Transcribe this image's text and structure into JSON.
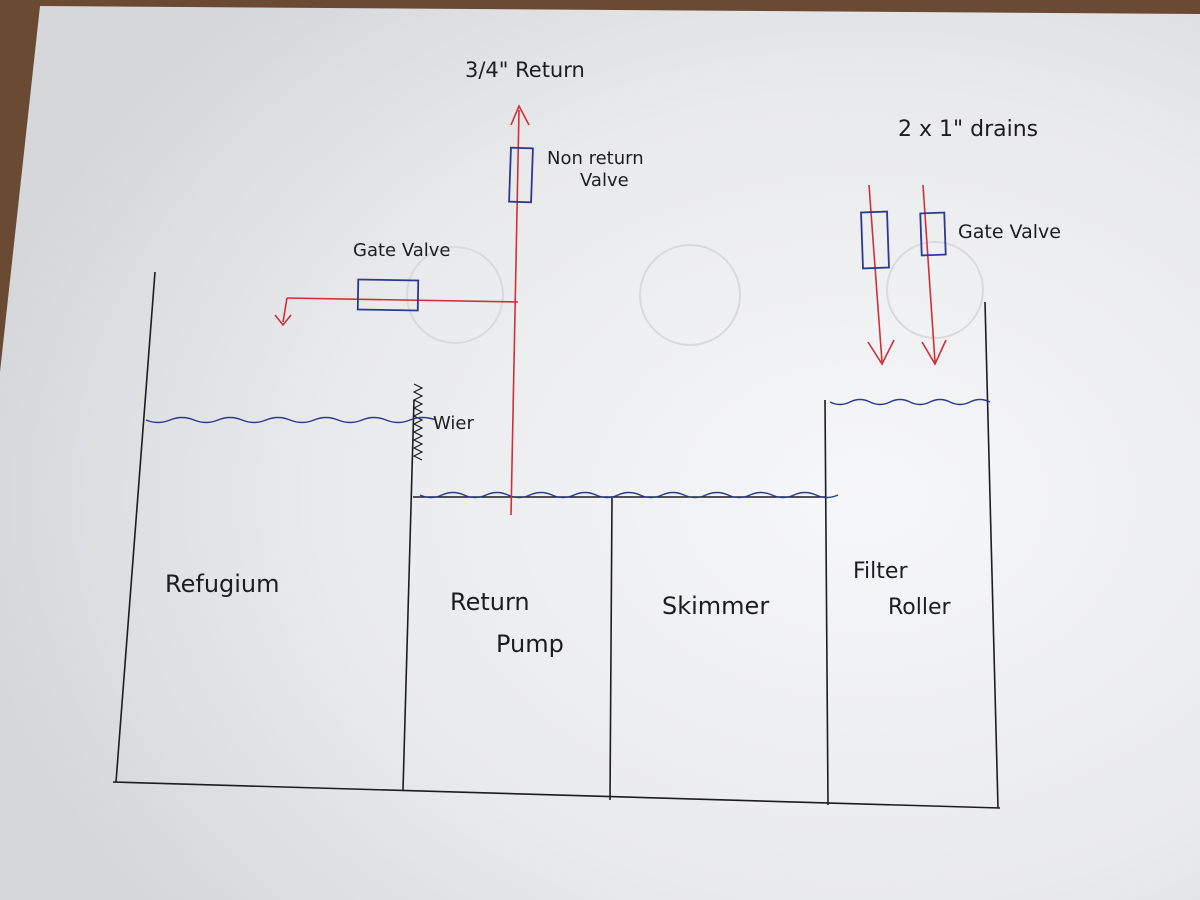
{
  "labels": {
    "return_line": "3/4\" Return",
    "drains": "2 x 1\" drains",
    "non_return_line1": "Non return",
    "non_return_line2": "Valve",
    "gate_valve_left": "Gate Valve",
    "gate_valve_right": "Gate Valve",
    "weir": "Wier",
    "refugium": "Refugium",
    "return_pump_line1": "Return",
    "return_pump_line2": "Pump",
    "skimmer": "Skimmer",
    "filter_roller_line1": "Filter",
    "filter_roller_line2": "Roller"
  },
  "colors": {
    "paper": "#eeeff1",
    "ink": "#1d1d1f",
    "pipe": "#d0303a",
    "valve": "#2a3a8f",
    "water": "#2a3a8f",
    "table": "#6b4a33"
  }
}
